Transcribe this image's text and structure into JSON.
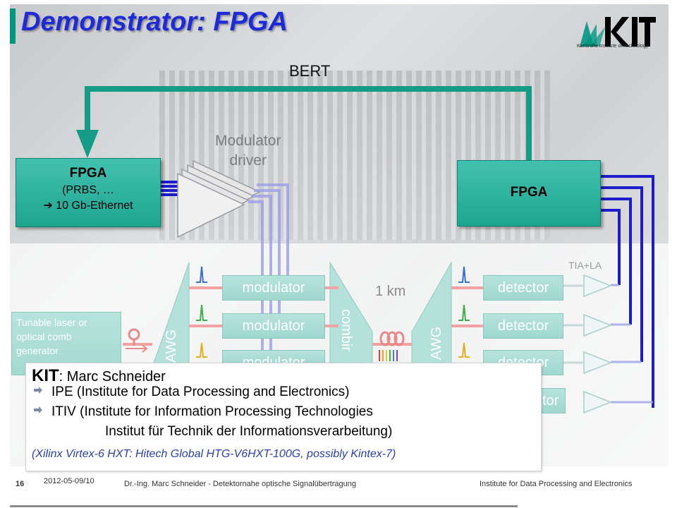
{
  "slide": {
    "title": "Demonstrator: FPGA",
    "logo_text": "Karlsruhe Institute of Technology"
  },
  "diagram": {
    "bert": "BERT",
    "fpga_left": {
      "title": "FPGA",
      "line1": "(PRBS, …",
      "line2": "➔ 10 Gb-Ethernet"
    },
    "fpga_right": {
      "title": "FPGA"
    },
    "modulator_driver": [
      "Modulator",
      "driver"
    ],
    "modulators": [
      "modulator",
      "modulator",
      "modulator"
    ],
    "detectors": [
      "detector",
      "detector",
      "detector",
      "tor"
    ],
    "awg_left": "AWG",
    "awg_right": "AWG",
    "combiner": "combir",
    "fiber_length": "1 km",
    "tia": "TIA+LA",
    "tunable_laser": [
      "Tunable laser or",
      "optical comb",
      "generator"
    ]
  },
  "info": {
    "org": "KIT",
    "person": ": Marc Schneider",
    "bullets": [
      "IPE (Institute for Data Processing and Electronics)",
      "ITIV (Institute for Information Processing Technologies"
    ],
    "indent": "Institut für Technik der Informationsverarbeitung)",
    "note": "(Xilinx Virtex-6 HXT: Hitech Global HTG-V6HXT-100G, possibly Kintex-7)"
  },
  "footer": {
    "page": "16",
    "date": "2012-05-09/10",
    "author": "Dr.-Ing. Marc Schneider - Detektornahe optische Signalübertragung",
    "institute": "Institute for Data Processing and Electronics"
  },
  "colors": {
    "accent": "#009682",
    "title": "#1e2ad8",
    "bus": "#1c1ccc"
  }
}
